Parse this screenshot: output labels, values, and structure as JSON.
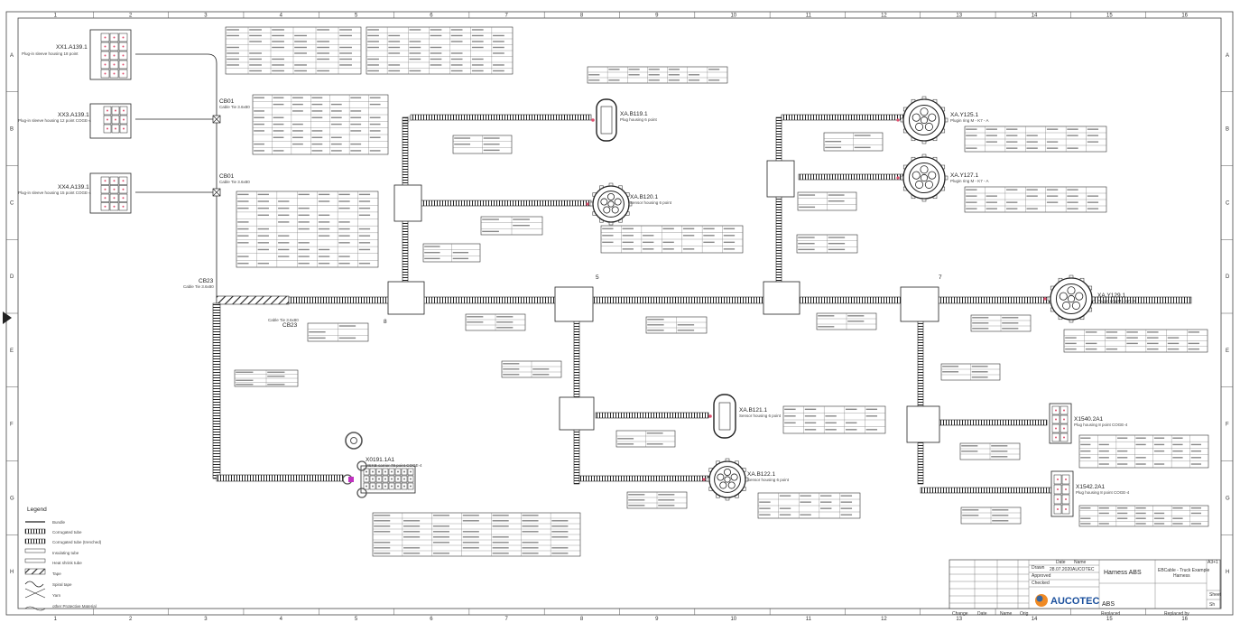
{
  "grid": {
    "columns": [
      "1",
      "2",
      "3",
      "4",
      "5",
      "6",
      "7",
      "8",
      "9",
      "10",
      "11",
      "12",
      "13",
      "14",
      "15",
      "16"
    ],
    "rows": [
      "A",
      "B",
      "C",
      "D",
      "E",
      "F",
      "G",
      "H"
    ]
  },
  "connectors": {
    "xx1": {
      "name": "XX1.A139.1",
      "desc": "Plug-in sleeve housing 18 point"
    },
    "xx3": {
      "name": "XX3.A139.1",
      "desc": "Plug-in sleeve housing 12 point COGE-4"
    },
    "xx4": {
      "name": "XX4.A139.1",
      "desc": "Plug-in sleeve housing 15 point COGE-4"
    },
    "b119": {
      "name": "XA.B119.1",
      "desc": "Plug housing 6 point"
    },
    "b120": {
      "name": "XA.B120.1",
      "desc": "Sensor housing 6 point"
    },
    "b121": {
      "name": "XA.B121.1",
      "desc": "Sensor housing 6 point"
    },
    "b122": {
      "name": "XA.B122.1",
      "desc": "Sensor housing 6 point"
    },
    "y125": {
      "name": "XA.Y125.1",
      "desc": "Plugin ring M - K7 - A"
    },
    "y127": {
      "name": "XA.Y127.1",
      "desc": "Plugin ring M - K7 - A"
    },
    "y129": {
      "name": "XA.Y129.1",
      "desc": "Plugin ring M - K7 - A"
    },
    "x1540": {
      "name": "X1540.2A1",
      "desc": "Plug housing 8 point COGE-4"
    },
    "x1542": {
      "name": "X1542.2A1",
      "desc": "Plug housing 8 point COGE-4"
    },
    "x0191": {
      "name": "X0191.1A1",
      "desc": "MSKB carrier 78 point COGE-4"
    }
  },
  "clips": {
    "cb01a": "CB01",
    "cb01b": "CB01",
    "cb23a": "CB23",
    "cb23b": "CB23",
    "cb_desc": "Cable Tie 3.6x80"
  },
  "nodes": [
    "5",
    "7",
    "8"
  ],
  "legend": {
    "title": "Legend",
    "items": [
      "Bundle",
      "Corrugated tube",
      "Corrugated tube (trenched)",
      "Insulating tube",
      "Heat shrink tube",
      "Tape",
      "Spiral tape",
      "Yarn",
      "other Protective Material"
    ]
  },
  "title_block": {
    "company": "AUCOTEC",
    "project": "Harness ABS",
    "sheet_name": "ABS",
    "desc_line1": "EBCable - Truck Example",
    "desc_line2": "Harness",
    "date": "28.07.2020",
    "editor": "AUCOTEC",
    "labels": {
      "date": "Date",
      "name": "Name",
      "drawn": "Drawn",
      "approved": "Approved",
      "checked": "Checked",
      "change": "Change",
      "date2": "Date",
      "name2": "Name",
      "orig": "Orig",
      "replaced_by": "Replaced",
      "replaces": "Replaced by",
      "sheet": "Sheet",
      "of": "Sh"
    },
    "page": "A3+1"
  },
  "colors": {
    "line": "#222222",
    "grid": "#555555",
    "pink": "#e05070",
    "accent": "#1a5fb4",
    "orange": "#f08a24"
  }
}
